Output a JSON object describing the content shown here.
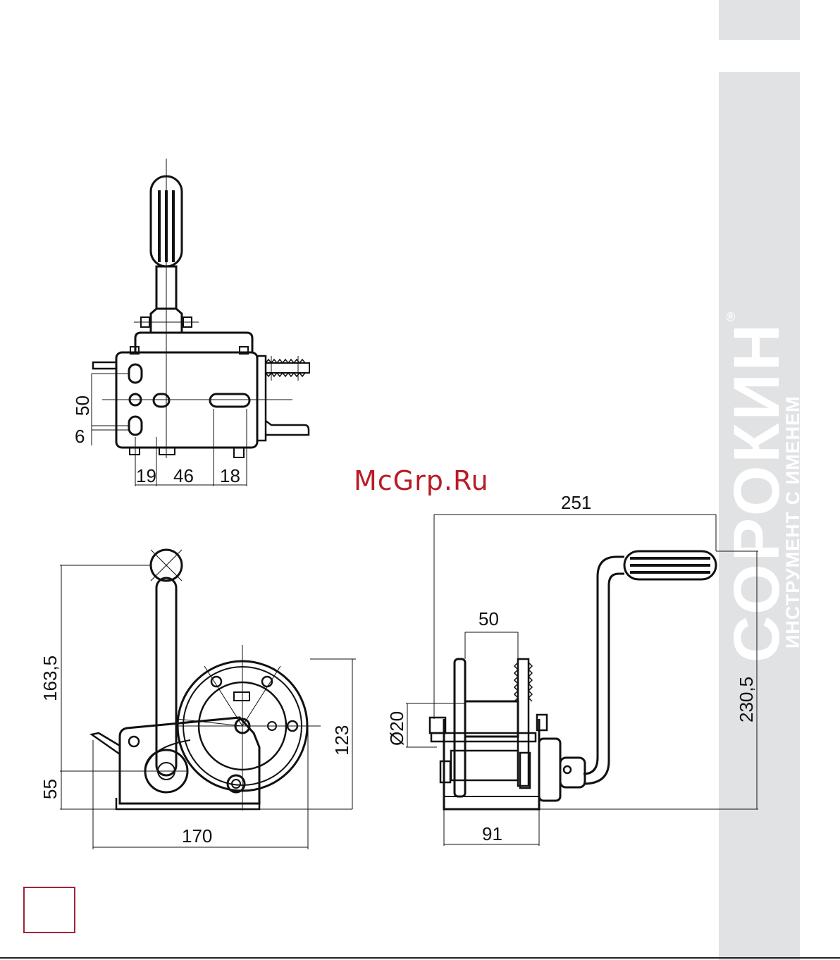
{
  "brand": {
    "name": "СОРОКИН",
    "slogan": "ИНСТРУМЕНТ С ИМЕНЕМ",
    "reg_mark": "®",
    "sidebar_color": "#e1e2e4"
  },
  "watermark": "McGrp.Ru",
  "accent_color": "#b81c25",
  "dimensions": {
    "top_view": {
      "d50": "50",
      "d6": "6",
      "d19": "19",
      "d46": "46",
      "d18": "18"
    },
    "side_view": {
      "d163_5": "163,5",
      "d55": "55",
      "d170": "170",
      "d123": "123"
    },
    "front_view": {
      "d251": "251",
      "d50": "50",
      "d20": "Ø20",
      "d91": "91",
      "d230_5": "230,5"
    }
  }
}
